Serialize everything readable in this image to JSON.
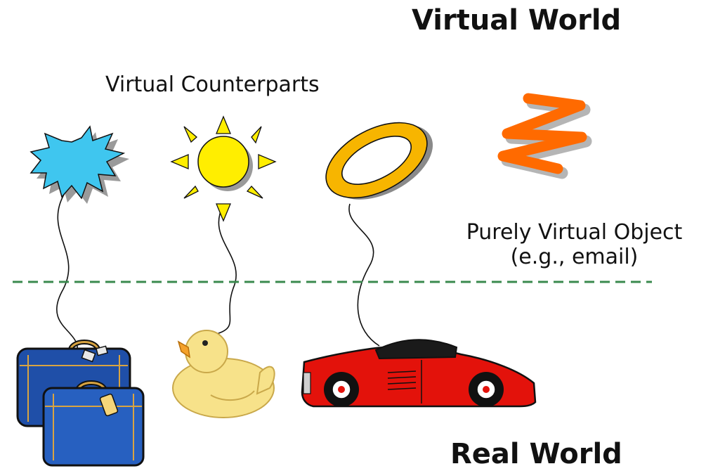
{
  "titles": {
    "virtual_world": "Virtual World",
    "real_world": "Real World"
  },
  "captions": {
    "virtual_counterparts": "Virtual Counterparts",
    "purely_virtual_line1": "Purely Virtual Object",
    "purely_virtual_line2": "(e.g., email)"
  },
  "icons": {
    "virtual": [
      "starburst-icon",
      "sun-icon",
      "ring-icon",
      "squiggle-icon"
    ],
    "real": [
      "suitcase-icon",
      "rubber-duck-icon",
      "sports-car-icon"
    ]
  },
  "colors": {
    "divider": "#3a8a4e",
    "starburst": "#3fc6ef",
    "sun": "#ffee00",
    "ring": "#f7b500",
    "squiggle": "#ff6a00",
    "suitcase": "#1f4fa8",
    "duck": "#f7e28a",
    "car": "#e3120b"
  }
}
